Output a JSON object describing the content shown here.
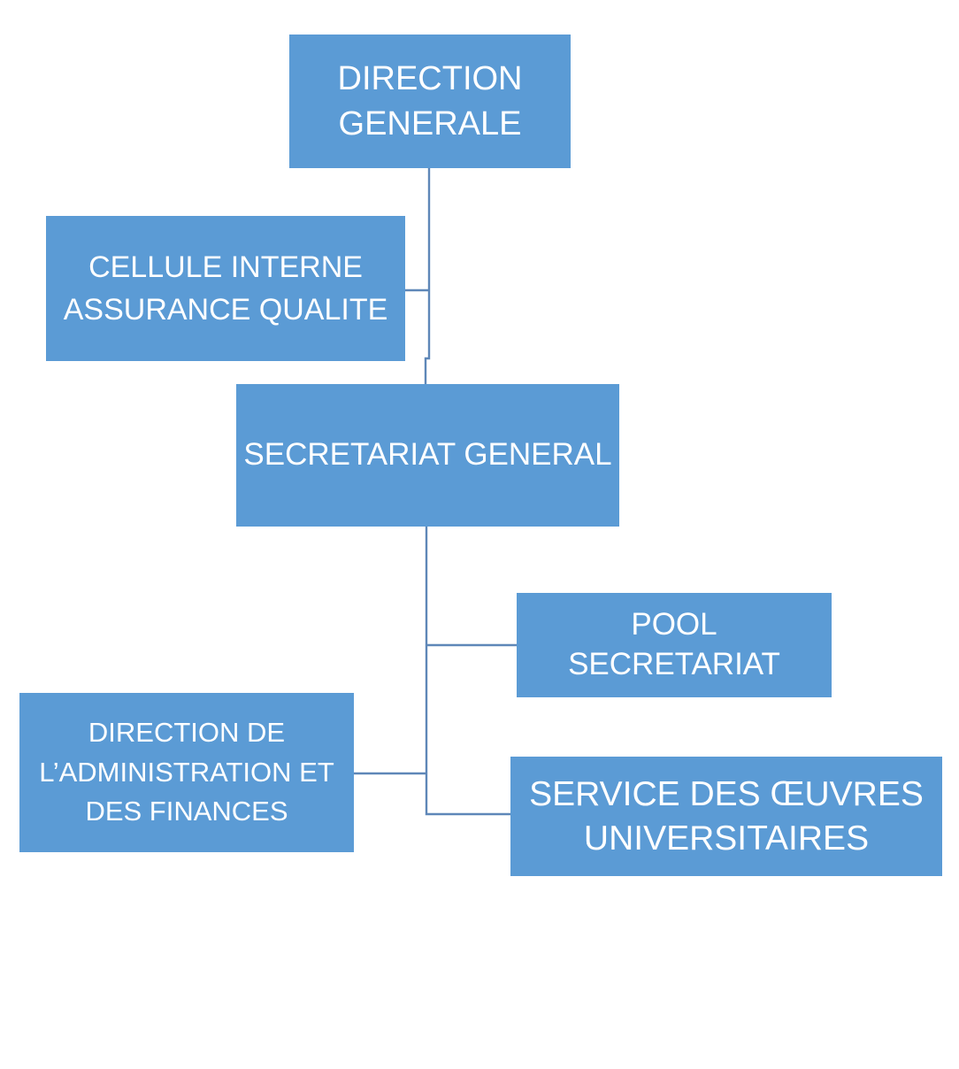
{
  "diagram": {
    "type": "org-chart",
    "language": "fr",
    "colors": {
      "node_fill": "#5B9BD5",
      "node_text": "#FFFFFF",
      "connector": "#5E87B8",
      "background": "#FFFFFF"
    },
    "nodes": [
      {
        "id": "direction-generale",
        "label": "DIRECTION GENERALE",
        "lines": [
          "DIRECTION",
          "GENERALE"
        ]
      },
      {
        "id": "cellule-interne",
        "label": "CELLULE INTERNE ASSURANCE QUALITE",
        "lines": [
          "CELLULE INTERNE",
          "ASSURANCE QUALITE"
        ]
      },
      {
        "id": "secretariat-general",
        "label": "SECRETARIAT GENERAL",
        "lines": [
          "SECRETARIAT GENERAL"
        ]
      },
      {
        "id": "pool-secretariat",
        "label": "POOL SECRETARIAT",
        "lines": [
          "POOL",
          "SECRETARIAT"
        ]
      },
      {
        "id": "direction-administration",
        "label": "DIRECTION DE L’ADMINISTRATION ET DES FINANCES",
        "lines": [
          "DIRECTION DE",
          "L’ADMINISTRATION ET",
          "DES FINANCES"
        ]
      },
      {
        "id": "service-oeuvres",
        "label": "SERVICE DES ŒUVRES UNIVERSITAIRES",
        "lines": [
          "SERVICE DES ŒUVRES",
          "UNIVERSITAIRES"
        ]
      }
    ],
    "edges": [
      {
        "from": "direction-generale",
        "to": "secretariat-general",
        "style": "vertical-trunk"
      },
      {
        "from": "direction-generale",
        "to": "cellule-interne",
        "style": "assistant-branch-left"
      },
      {
        "from": "secretariat-general",
        "to": "pool-secretariat",
        "style": "branch-right"
      },
      {
        "from": "secretariat-general",
        "to": "direction-administration",
        "style": "branch-left"
      },
      {
        "from": "secretariat-general",
        "to": "service-oeuvres",
        "style": "branch-right"
      }
    ]
  }
}
